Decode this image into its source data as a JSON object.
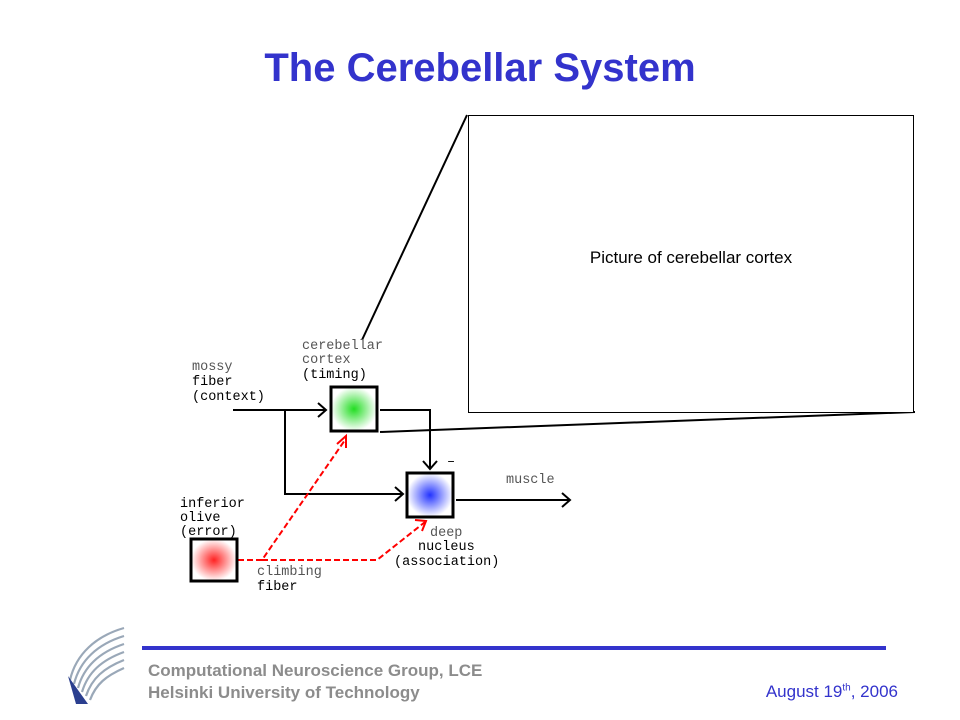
{
  "slide": {
    "title": "The Cerebellar System"
  },
  "diagram": {
    "labels": {
      "cortex_line1": "cerebellar",
      "cortex_line2": "cortex",
      "cortex_line3": "(timing)",
      "mossy_line1": "mossy",
      "mossy_line2": "fiber",
      "mossy_line3": "(context)",
      "olive_line1": "inferior",
      "olive_line2": "olive",
      "olive_line3": "(error)",
      "climbing_line1": "climbing",
      "climbing_line2": "fiber",
      "deep_line1": "deep",
      "deep_line2": "nucleus",
      "deep_line3": "(association)",
      "muscle": "muscle",
      "inhibition_sign": "–"
    },
    "colors": {
      "cortex": "#22dd22",
      "deep": "#2233ff",
      "olive": "#ff2222",
      "climbing_fiber": "#ff0000"
    }
  },
  "picture_box": {
    "caption": "Picture of cerebellar cortex"
  },
  "footer": {
    "org_line1": "Computational Neuroscience Group, LCE",
    "org_line2": "Helsinki University of Technology",
    "date_prefix": "August 19",
    "date_sup": "th",
    "date_suffix": ", 2006",
    "rule_color": "#3333cc"
  }
}
